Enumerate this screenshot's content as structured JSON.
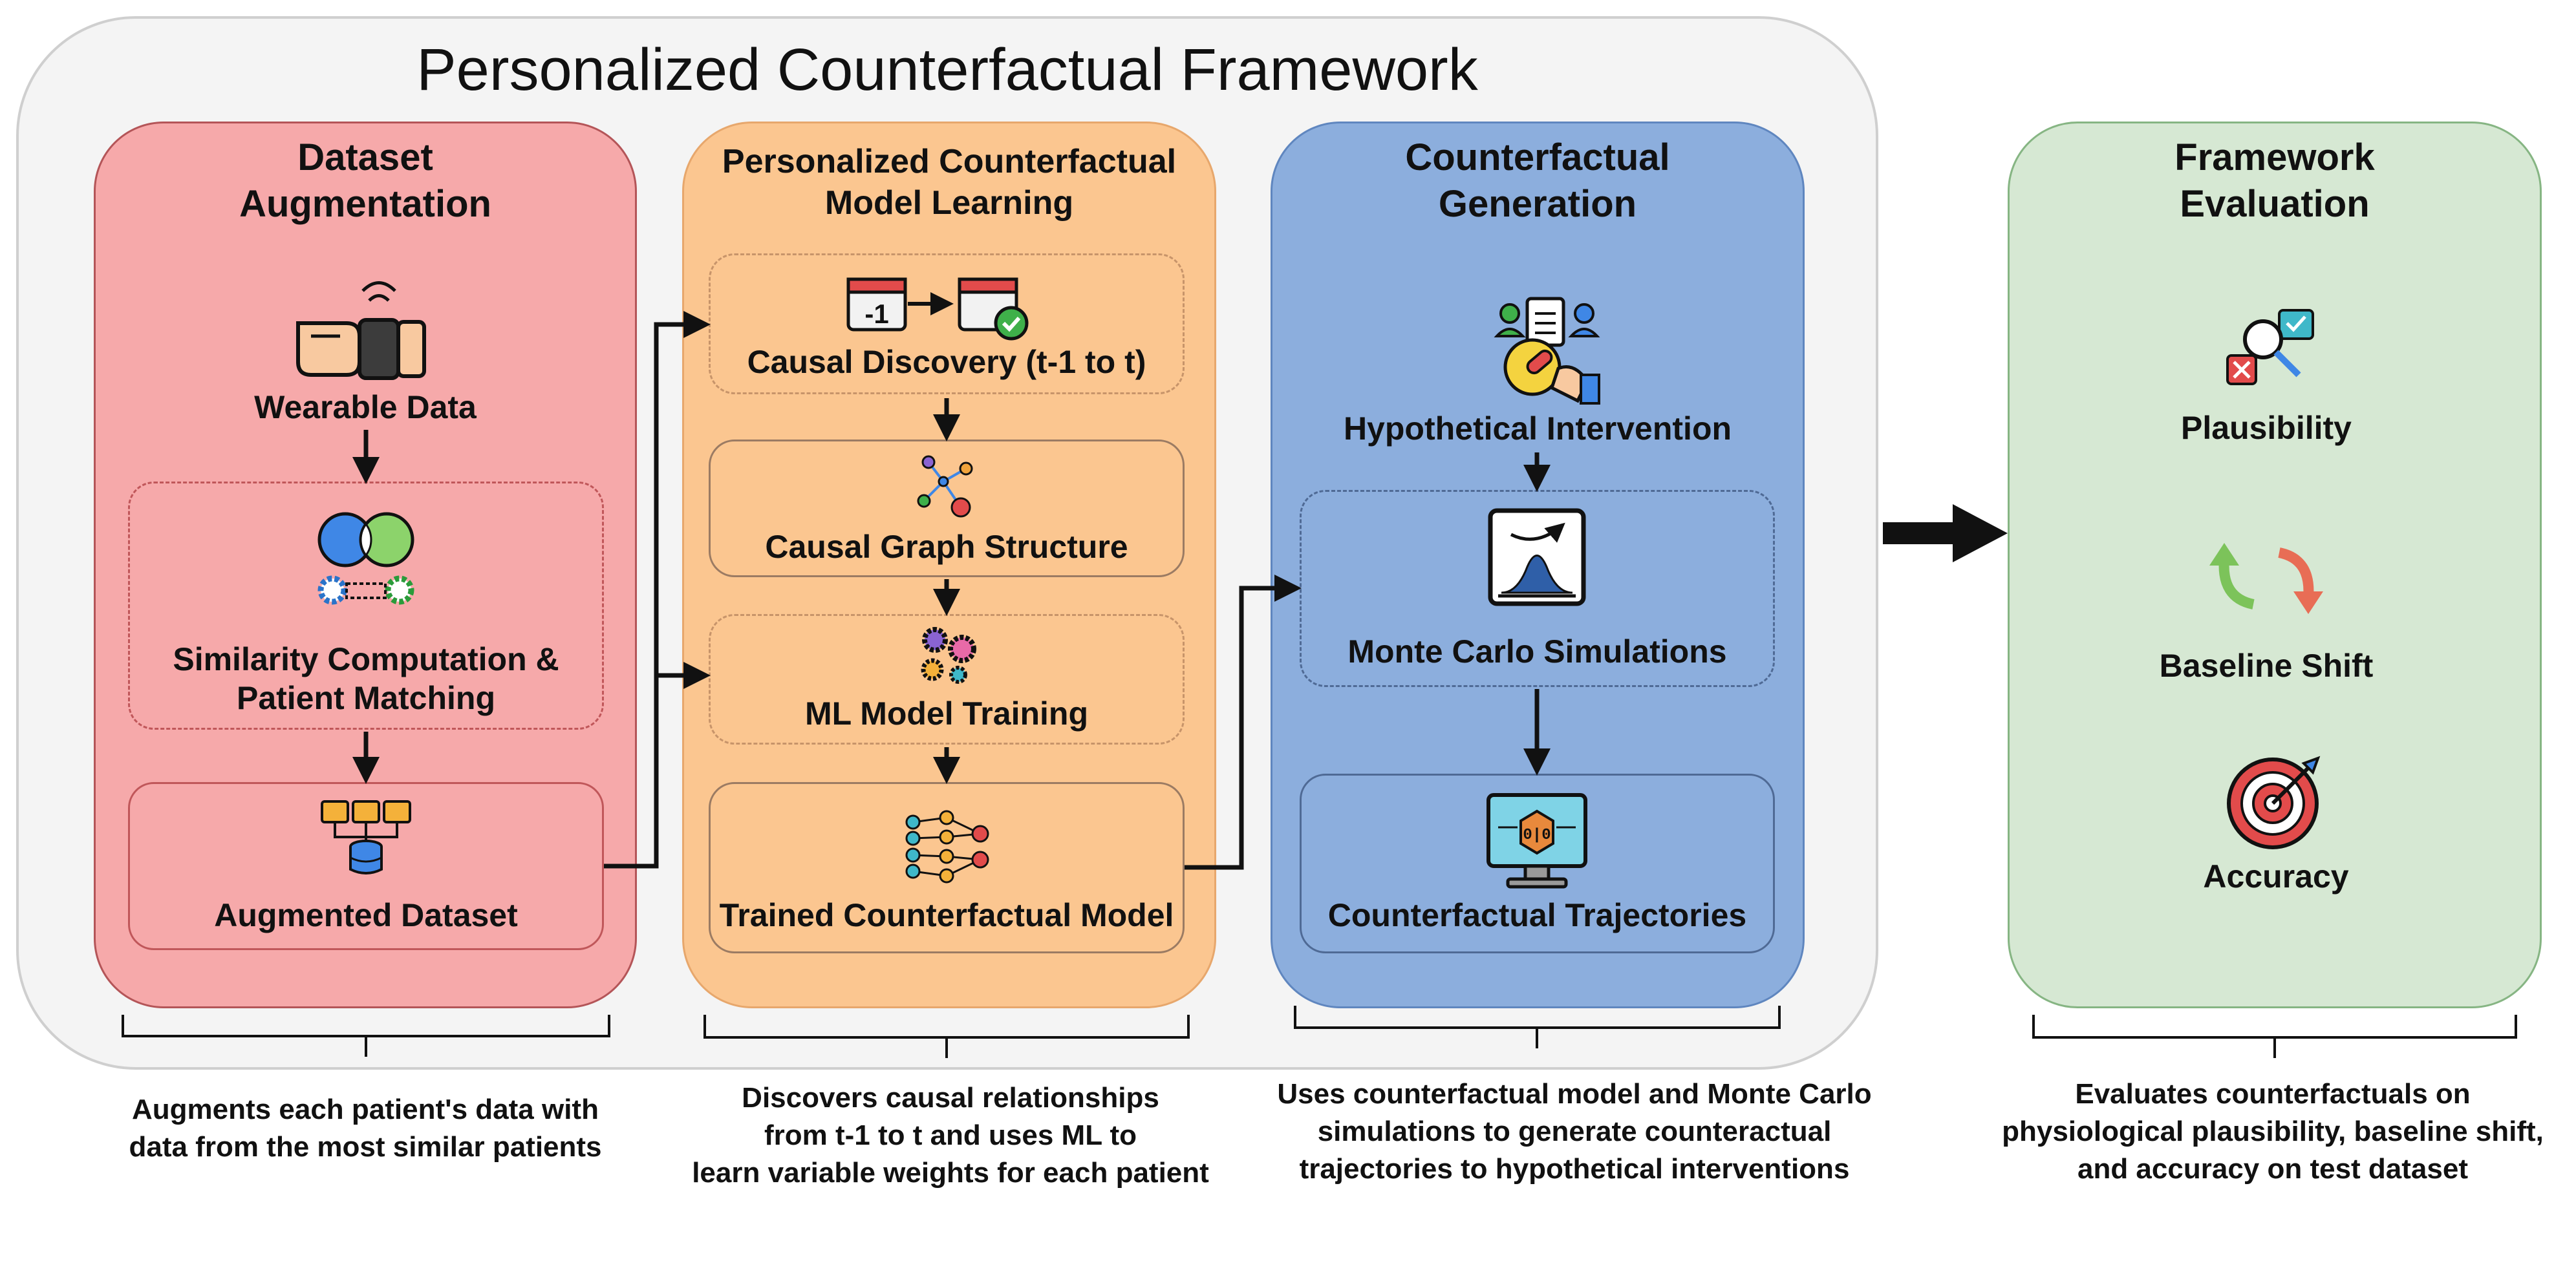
{
  "title": "Personalized Counterfactual Framework",
  "panels": {
    "augmentation": {
      "title_line1": "Dataset",
      "title_line2": "Augmentation",
      "step1": "Wearable Data",
      "step2_line1": "Similarity Computation &",
      "step2_line2": "Patient Matching",
      "step3": "Augmented Dataset",
      "icons": [
        "wearable-watch-icon",
        "venn-gears-icon",
        "folders-database-icon"
      ]
    },
    "learning": {
      "title_line1": "Personalized Counterfactual",
      "title_line2": "Model Learning",
      "step1": "Causal Discovery (t-1 to t)",
      "step1_badge": "-1",
      "step2": "Causal Graph Structure",
      "step3": "ML Model Training",
      "step4": "Trained Counterfactual Model",
      "icons": [
        "calendar-arrow-icon",
        "graph-nodes-icon",
        "gears-icon",
        "neural-network-icon"
      ]
    },
    "generation": {
      "title_line1": "Counterfactual",
      "title_line2": "Generation",
      "step1": "Hypothetical Intervention",
      "step2": "Monte Carlo Simulations",
      "step3": "Counterfactual Trajectories",
      "step3_badge": "0|0",
      "icons": [
        "clinical-intervention-icon",
        "distribution-chart-icon",
        "monitor-cube-icon"
      ]
    },
    "evaluation": {
      "title_line1": "Framework",
      "title_line2": "Evaluation",
      "item1": "Plausibility",
      "item2": "Baseline Shift",
      "item3": "Accuracy",
      "icons": [
        "magnifier-check-icon",
        "cycle-arrows-icon",
        "target-dart-icon"
      ]
    }
  },
  "captions": {
    "augmentation": [
      "Augments each patient's data with",
      "data from the most similar patients"
    ],
    "learning": [
      "Discovers causal relationships",
      "from t-1 to t and uses ML to",
      "learn variable weights for each patient"
    ],
    "generation": [
      "Uses counterfactual model and Monte Carlo",
      "simulations to generate counteractual",
      "trajectories to hypothetical interventions"
    ],
    "evaluation": [
      "Evaluates counterfactuals on",
      "physiological plausibility, baseline shift,",
      "and accuracy on test dataset"
    ]
  },
  "colors": {
    "augmentation_fill": "#f6a9aa",
    "learning_fill": "#fbc690",
    "generation_fill": "#8caedd",
    "evaluation_fill": "#d6e8d3",
    "outer_fill": "#f4f4f4"
  }
}
